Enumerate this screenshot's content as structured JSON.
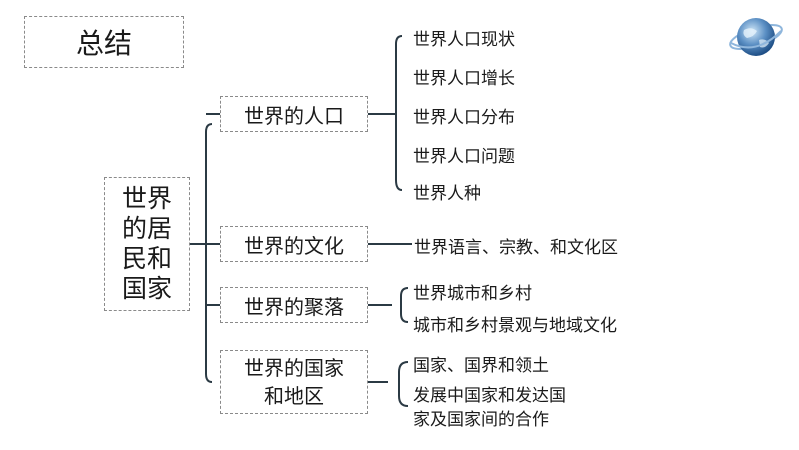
{
  "title": "总结",
  "root": {
    "line1": "世界",
    "line2": "的居",
    "line3": "民和",
    "line4": "国家"
  },
  "categories": [
    {
      "label": "世界的人口",
      "items": [
        "世界人口现状",
        "世界人口增长",
        "世界人口分布",
        "世界人口问题",
        "世界人种"
      ]
    },
    {
      "label": "世界的文化",
      "items": [
        "世界语言、宗教、和文化区"
      ]
    },
    {
      "label": "世界的聚落",
      "items": [
        "世界城市和乡村",
        "城市和乡村景观与地域文化"
      ]
    },
    {
      "label_line1": "世界的国家",
      "label_line2": "和地区",
      "items": [
        "国家、国界和领土"
      ],
      "items_multiline": [
        {
          "line1": "发展中国家和发达国",
          "line2": "家及国家间的合作"
        }
      ]
    }
  ],
  "icons": {
    "globe": "globe-icon"
  },
  "colors": {
    "line": "#2b3a44",
    "border": "#8a8a8a"
  }
}
